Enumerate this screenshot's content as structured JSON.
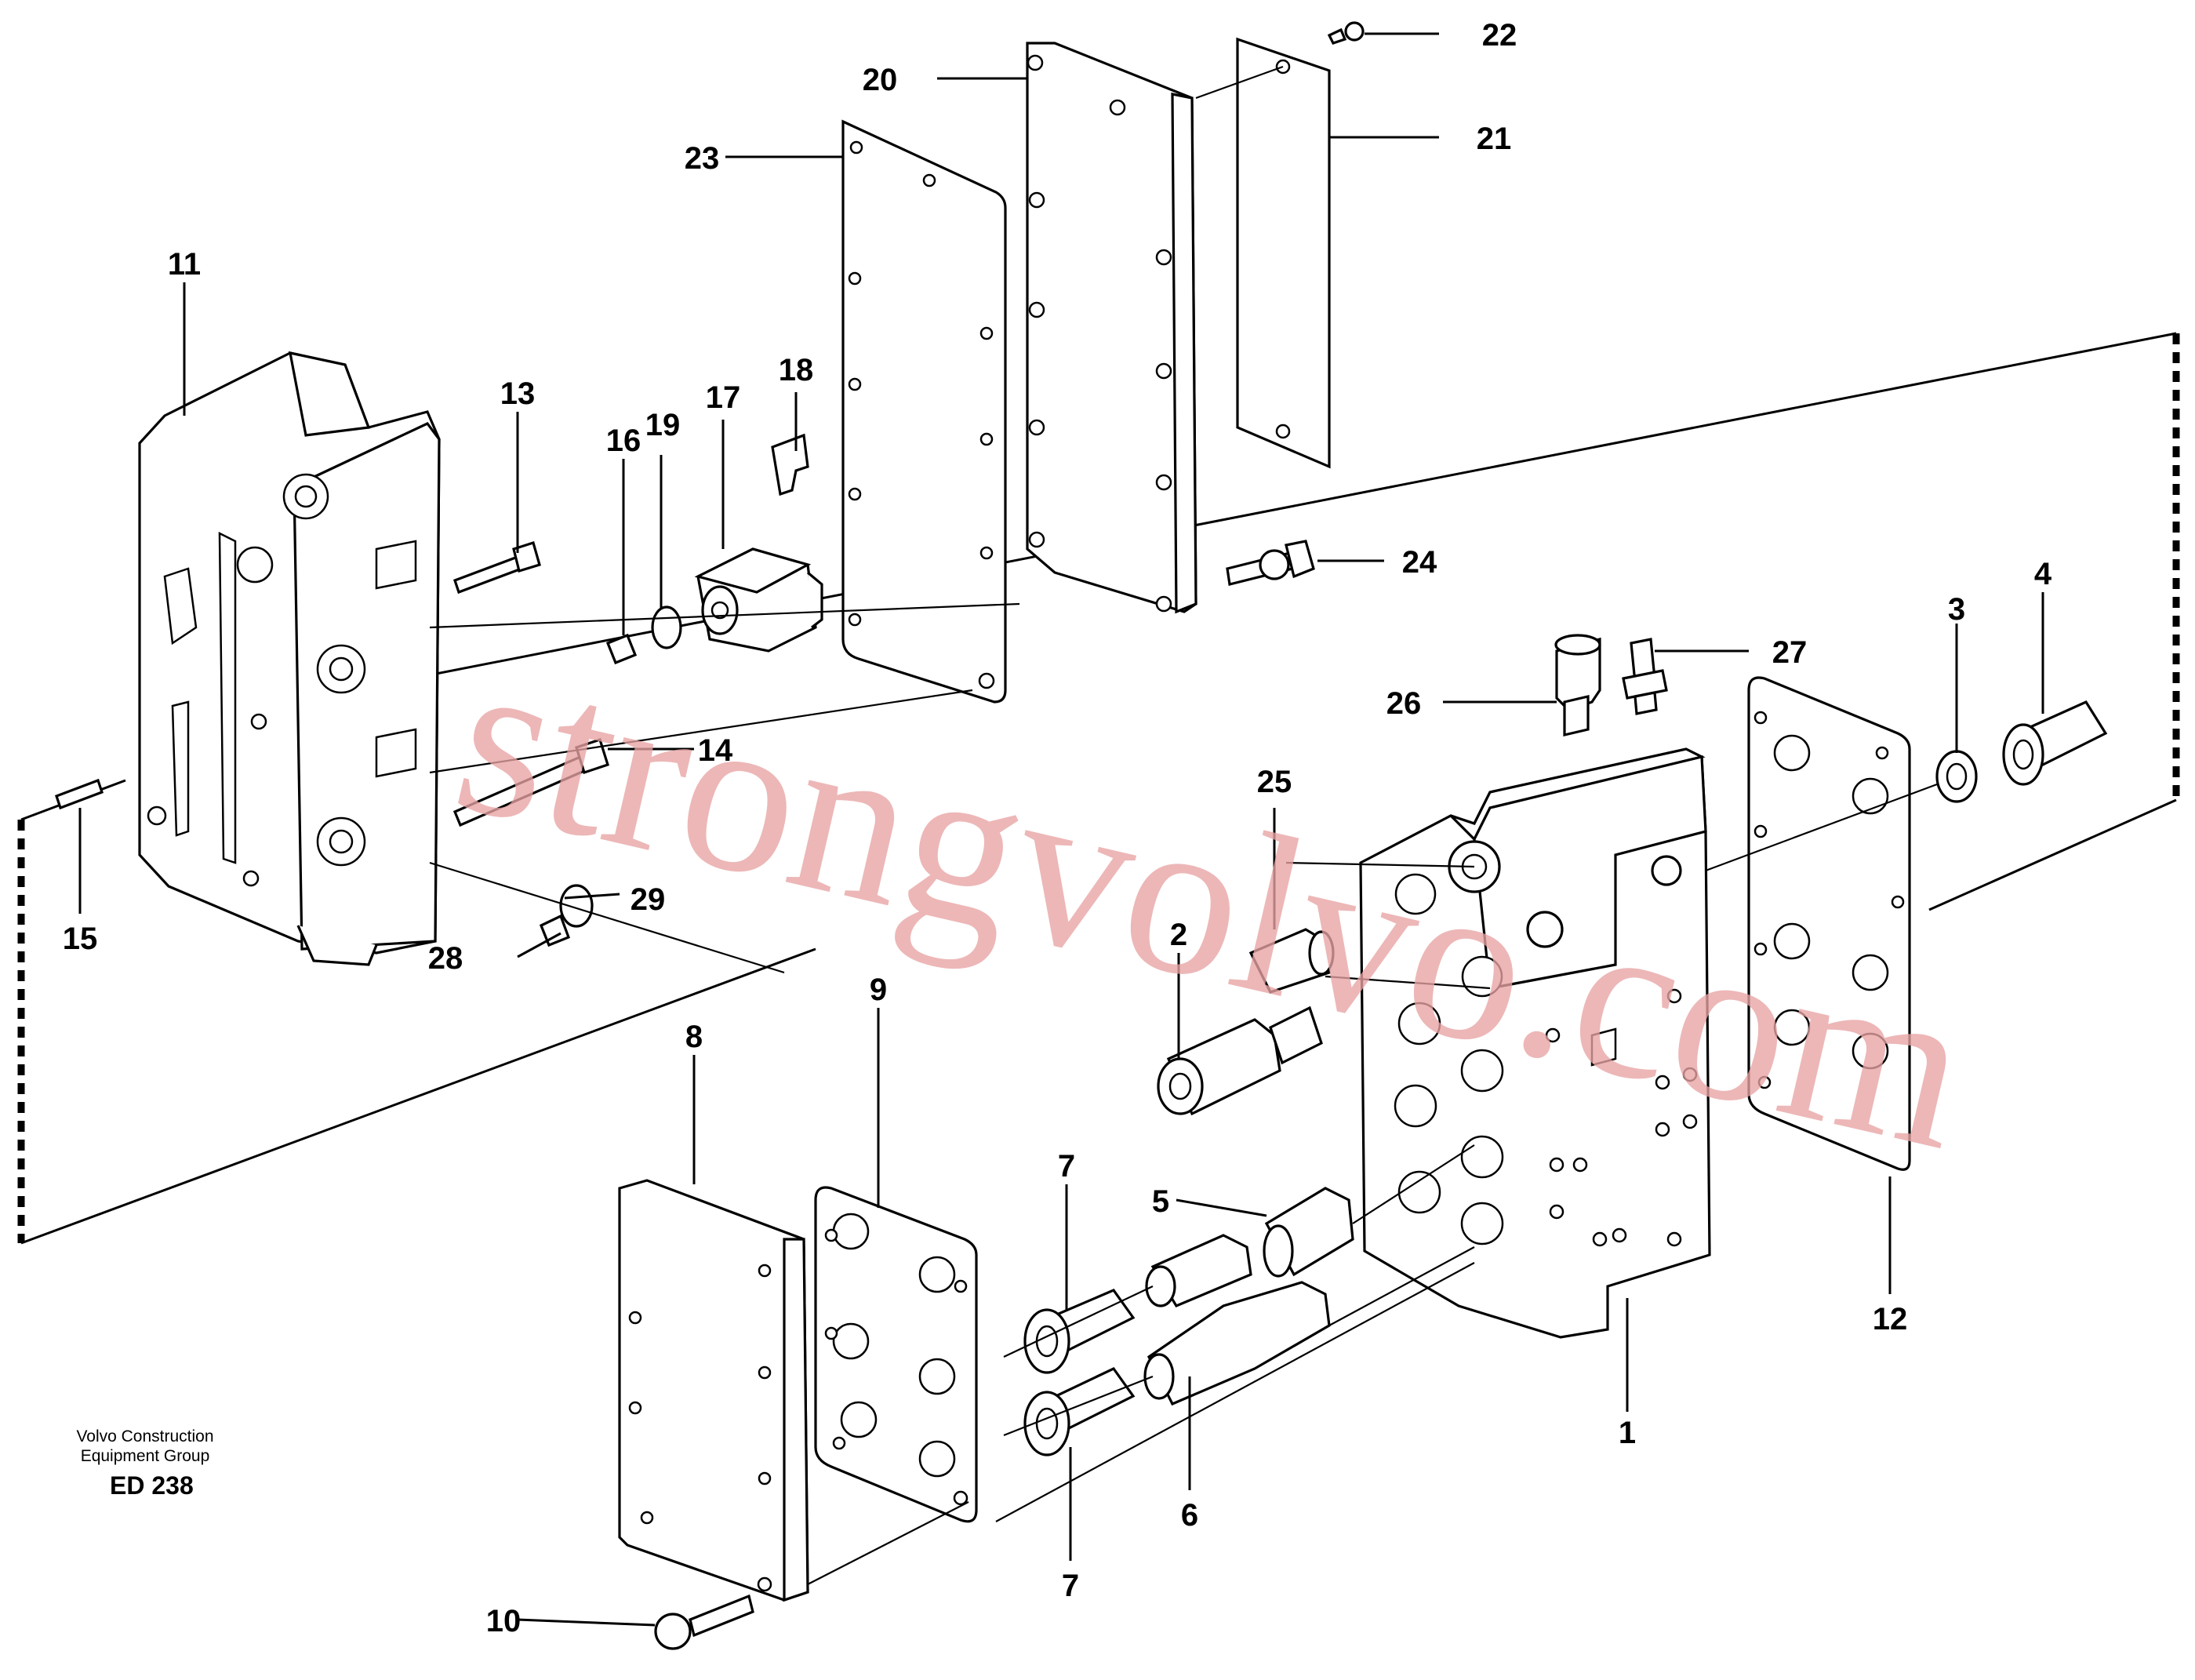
{
  "callouts": [
    "1",
    "2",
    "3",
    "4",
    "5",
    "6",
    "7",
    "7",
    "8",
    "9",
    "10",
    "11",
    "12",
    "13",
    "14",
    "15",
    "16",
    "17",
    "18",
    "19",
    "20",
    "21",
    "22",
    "23",
    "24",
    "25",
    "26",
    "27",
    "28",
    "29"
  ],
  "credit": {
    "line1": "Volvo Construction",
    "line2": "Equipment Group",
    "code": "ED 238"
  },
  "watermark": "strongvolvo.com",
  "colors": {
    "line": "#000000",
    "background": "#ffffff",
    "watermark": "#e8a3a3"
  }
}
